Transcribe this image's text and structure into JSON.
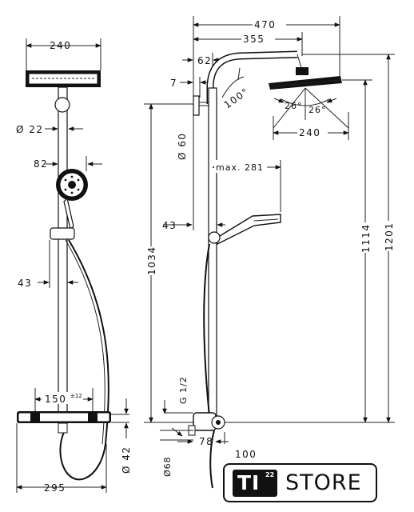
{
  "front_view": {
    "width_top": "240",
    "pipe_diameter": "Ø 22",
    "handshower_offset": "82",
    "riser_offset": "43",
    "thermostat_spacing": "150",
    "thermostat_spacing_tolerance": "±12",
    "outlet_diameter": "Ø 42",
    "overall_width": "295"
  },
  "side_view": {
    "total_projection": "470",
    "arm_length": "355",
    "wall_offset_top": "62",
    "bracket_offset": "7",
    "arm_angle": "100°",
    "spray_angle_left": "26°",
    "spray_angle_right": "26°",
    "head_width": "240",
    "bracket_diameter": "Ø 60",
    "max_handshower": "max. 281",
    "handshower_wall": "43",
    "riser_height": "1034",
    "total_height_head": "1114",
    "total_height": "1201",
    "thread": "G 1/2",
    "rosette_diameter": "Ø68",
    "valve_projection": "78",
    "partial_100": "100"
  },
  "logo": {
    "brand_mark": "TI",
    "brand_superscript": "22",
    "brand_word": "STORE"
  }
}
